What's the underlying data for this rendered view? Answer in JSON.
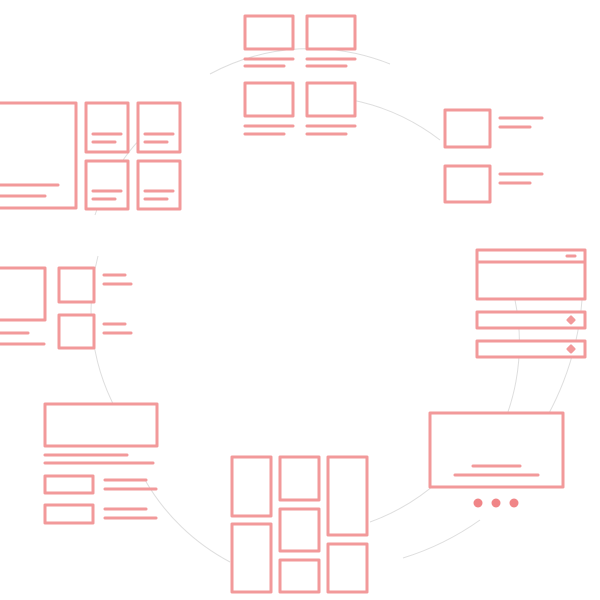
{
  "colors": {
    "background": "#ffffff",
    "wireframe_stroke": "#f2999a",
    "wireframe_dots": "#f08587",
    "orbit_ring": "#dedede"
  },
  "diagram": {
    "description_visible_text": "",
    "layouts": [
      {
        "name": "grid-2x2-cards",
        "icon": "grid-cards-icon"
      },
      {
        "name": "media-list",
        "icon": "media-list-icon"
      },
      {
        "name": "header-accordion",
        "icon": "accordion-icon"
      },
      {
        "name": "slider-carousel",
        "icon": "carousel-icon"
      },
      {
        "name": "masonry-grid",
        "icon": "masonry-icon"
      },
      {
        "name": "hero-list",
        "icon": "hero-list-icon"
      },
      {
        "name": "media-list-left",
        "icon": "media-list-left-icon"
      },
      {
        "name": "featured-grid",
        "icon": "featured-grid-icon"
      }
    ]
  }
}
